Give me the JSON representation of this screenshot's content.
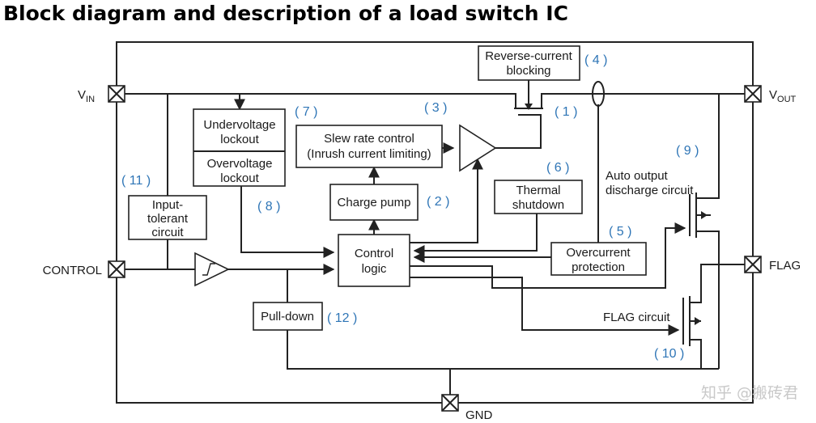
{
  "title": "Block diagram and description of a load switch IC",
  "pins": {
    "vin": "V",
    "vin_sub": "IN",
    "vout": "V",
    "vout_sub": "OUT",
    "control": "CONTROL",
    "flag": "FLAG",
    "gnd": "GND"
  },
  "blocks": {
    "reverse_current": [
      "Reverse-current",
      "blocking"
    ],
    "undervoltage": [
      "Undervoltage",
      "lockout"
    ],
    "overvoltage": [
      "Overvoltage",
      "lockout"
    ],
    "slew_rate": [
      "Slew rate control",
      "(Inrush current limiting)"
    ],
    "charge_pump": "Charge pump",
    "thermal": [
      "Thermal",
      "shutdown"
    ],
    "auto_discharge": [
      "Auto output",
      "discharge circuit"
    ],
    "input_tolerant": [
      "Input-",
      "tolerant",
      "circuit"
    ],
    "control_logic": [
      "Control",
      "logic"
    ],
    "overcurrent": [
      "Overcurrent",
      "protection"
    ],
    "pull_down": "Pull-down",
    "flag_circuit": "FLAG circuit"
  },
  "numbers": {
    "n1": "( 1 )",
    "n2": "( 2 )",
    "n3": "( 3 )",
    "n4": "( 4 )",
    "n5": "( 5 )",
    "n6": "( 6 )",
    "n7": "( 7 )",
    "n8": "( 8 )",
    "n9": "( 9 )",
    "n10": "( 10 )",
    "n11": "( 11 )",
    "n12": "( 12 )"
  },
  "watermark": "知乎 @搬砖君"
}
